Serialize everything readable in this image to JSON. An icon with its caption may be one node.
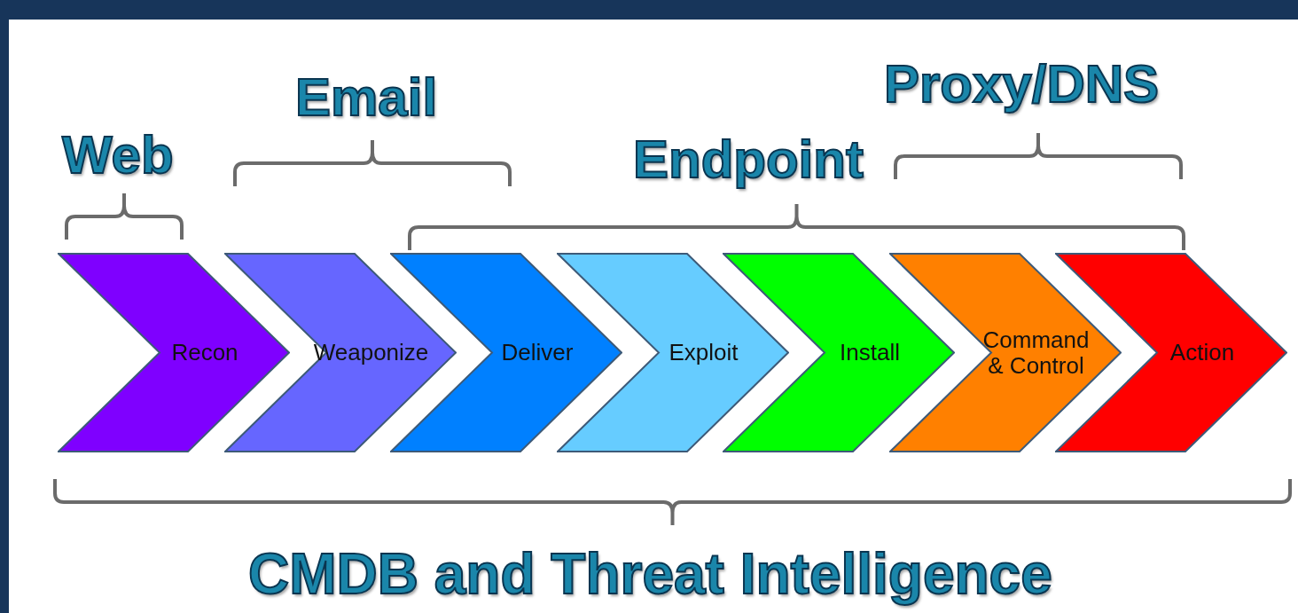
{
  "diagram": {
    "nodes": [
      {
        "text": [
          "Recon"
        ]
      },
      {
        "text": [
          "Weaponize"
        ]
      },
      {
        "text": [
          "Deliver"
        ]
      },
      {
        "text": [
          "Exploit"
        ]
      },
      {
        "text": [
          "Install"
        ]
      },
      {
        "text": [
          "Command & Control"
        ]
      },
      {
        "text": [
          "Action"
        ]
      }
    ],
    "labels": [
      "Web",
      "Email",
      "Endpoint",
      "Proxy/DNS",
      "CMDB and Threat Intelligence"
    ]
  }
}
